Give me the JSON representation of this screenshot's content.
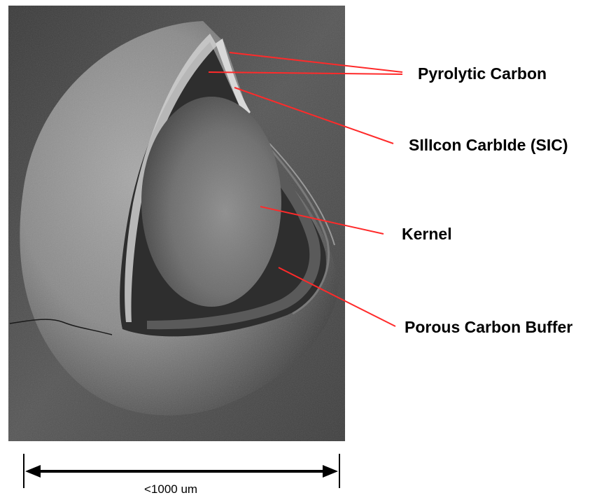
{
  "labels": {
    "pyrolytic_carbon": "Pyrolytic Carbon",
    "silicon_carbide": "SIlIcon CarbIde (SIC)",
    "kernel": "Kernel",
    "porous_carbon_buffer": "Porous Carbon Buffer"
  },
  "scale_bar": {
    "label": "<1000 um"
  },
  "colors": {
    "leader_line": "#ff2a2a",
    "text": "#000000",
    "background": "#ffffff"
  }
}
